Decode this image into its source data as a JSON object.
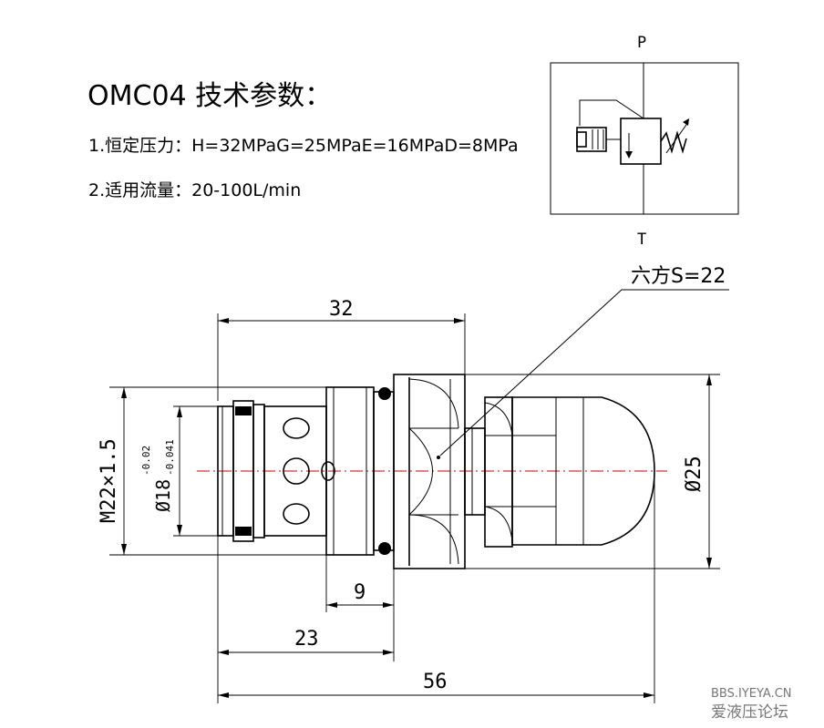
{
  "title": "OMC04 技术参数：",
  "spec_1": "1.恒定压力：H=32MPaG=25MPaE=16MPaD=8MPa",
  "spec_2": "2.适用流量：20-100L/min",
  "symbol": {
    "port_p": "P",
    "port_t": "T"
  },
  "hex_note": "六方S=22",
  "dimensions": {
    "top_length": "32",
    "thread": "M22×1.5",
    "bore": "Ø18",
    "bore_tol_upper": "-0.02",
    "bore_tol_lower": "-0.041",
    "right_diameter": "Ø25",
    "d9": "9",
    "d23": "23",
    "d56": "56"
  },
  "watermark": {
    "site": "BBS.IYEYA.CN",
    "name": "爱液压论坛"
  }
}
